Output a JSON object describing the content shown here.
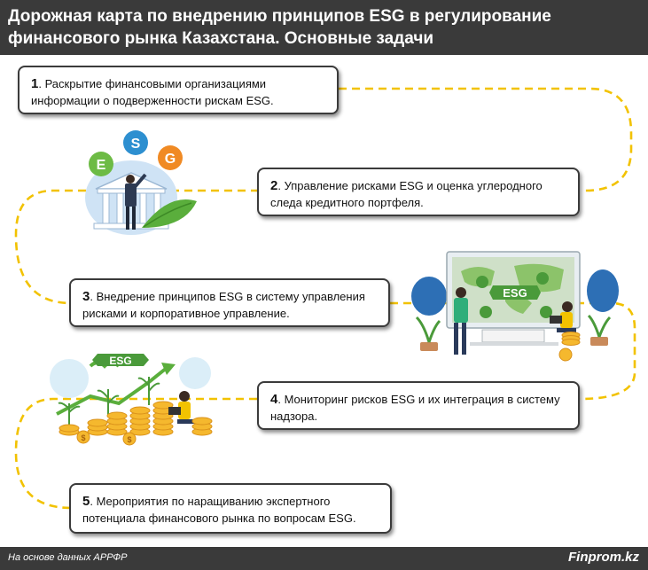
{
  "title": "Дорожная карта по внедрению принципов ESG в регулирование финансового рынка Казахстана. Основные задачи",
  "steps": [
    {
      "num": "1",
      "text": ". Раскрытие финансовыми организациями информации о подверженности рискам ESG."
    },
    {
      "num": "2",
      "text": ". Управление рисками ESG и оценка углеродного следа кредитного портфеля."
    },
    {
      "num": "3",
      "text": ". Внедрение принципов ESG в систему управления рисками и корпоративное управление."
    },
    {
      "num": "4",
      "text": ". Мониторинг рисков ESG и их интеграция в систему надзора."
    },
    {
      "num": "5",
      "text": ". Мероприятия по наращиванию экспертного потенциала финансового рынка по вопросам ESG."
    }
  ],
  "illustrations": {
    "esg_bank": {
      "letters": [
        "E",
        "S",
        "G"
      ],
      "colors": [
        "#6dbb45",
        "#2d8fd0",
        "#f08a24"
      ]
    },
    "esg_dashboard": {
      "label": "ESG"
    },
    "esg_growth": {
      "label": "ESG",
      "coin_symbol": "$"
    }
  },
  "colors": {
    "path": "#f2c200",
    "header": "#3a3a3a",
    "card_border": "#3b3b3b"
  },
  "footer": {
    "source": "На основе данных АРРФР",
    "brand": "Finprom.kz"
  }
}
